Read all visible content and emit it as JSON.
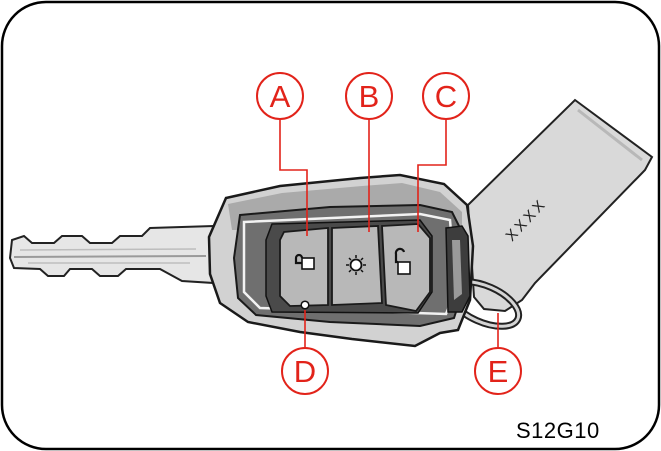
{
  "figure_code": "S12G10",
  "tag_text": "XXXX",
  "accent_color": "#e2231a",
  "callouts": [
    {
      "letter": "A",
      "meaning": "lock-button"
    },
    {
      "letter": "B",
      "meaning": "light-button"
    },
    {
      "letter": "C",
      "meaning": "unlock-button"
    },
    {
      "letter": "D",
      "meaning": "indicator-led"
    },
    {
      "letter": "E",
      "meaning": "key-tag"
    }
  ],
  "icons": {
    "A": "padlock-closed-icon",
    "B": "sun-icon",
    "C": "padlock-open-icon"
  }
}
